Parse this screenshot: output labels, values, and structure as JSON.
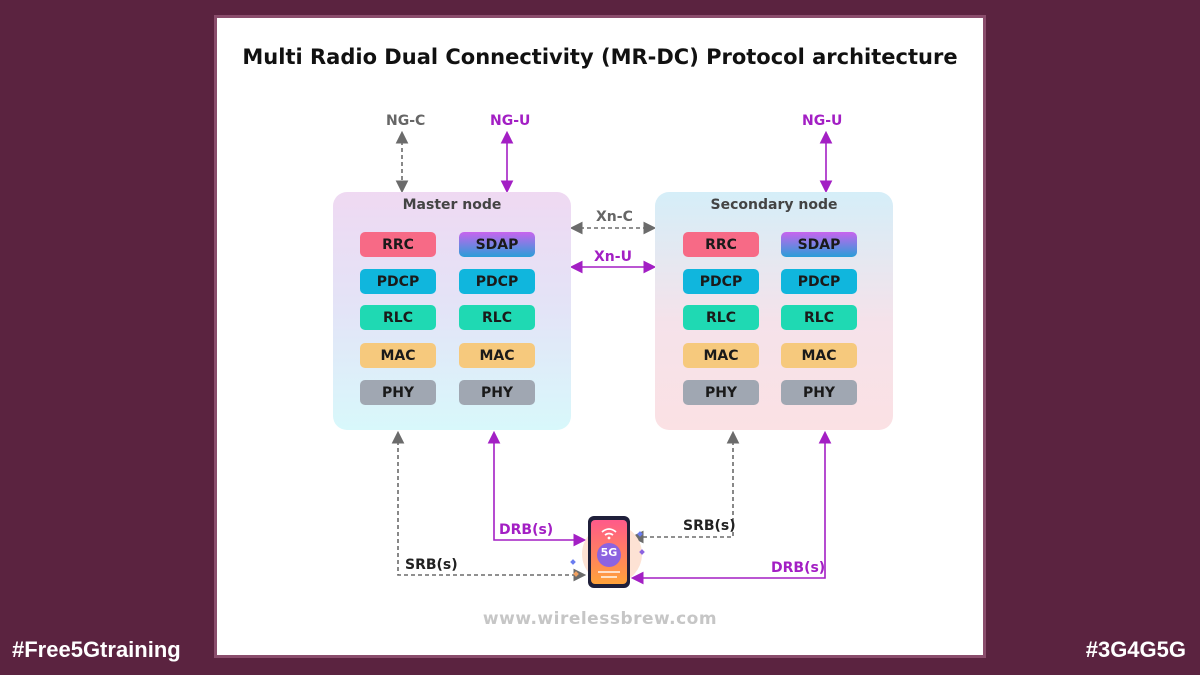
{
  "title": "Multi Radio Dual Connectivity (MR-DC) Protocol architecture",
  "core": {
    "ng_c": "NG-C",
    "ng_u_master": "NG-U",
    "ng_u_secondary": "NG-U"
  },
  "master": {
    "title": "Master node",
    "left_stack": [
      "RRC",
      "PDCP",
      "RLC",
      "MAC",
      "PHY"
    ],
    "right_stack": [
      "SDAP",
      "PDCP",
      "RLC",
      "MAC",
      "PHY"
    ]
  },
  "secondary": {
    "title": "Secondary node",
    "left_stack": [
      "RRC",
      "PDCP",
      "RLC",
      "MAC",
      "PHY"
    ],
    "right_stack": [
      "SDAP",
      "PDCP",
      "RLC",
      "MAC",
      "PHY"
    ]
  },
  "interfaces": {
    "xn_c": "Xn-C",
    "xn_u": "Xn-U"
  },
  "bearers": {
    "drb_master": "DRB(s)",
    "srb_master": "SRB(s)",
    "srb_secondary": "SRB(s)",
    "drb_secondary": "DRB(s)"
  },
  "ue": {
    "badge": "5G"
  },
  "watermark": "www.wirelessbrew.com",
  "footer": {
    "left": "#Free5Gtraining",
    "right": "#3G4G5G"
  },
  "colors": {
    "control_plane": "#6b6b6b",
    "user_plane": "#a31fc4",
    "background": "#5b2340"
  }
}
